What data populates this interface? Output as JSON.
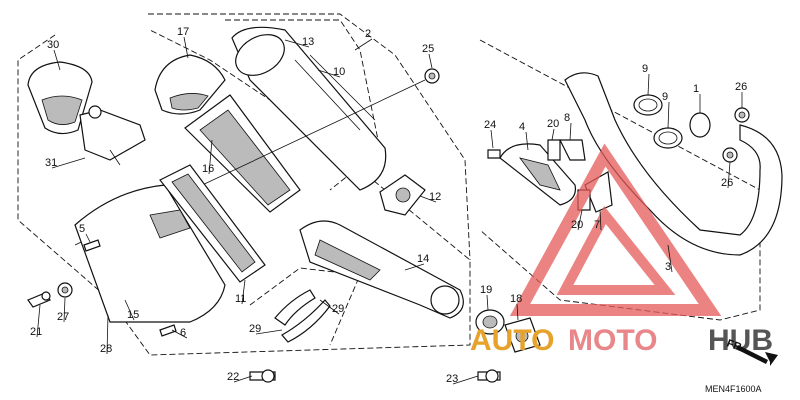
{
  "diagram": {
    "code": "MEN4F1600A",
    "direction_label": "FR.",
    "watermark": {
      "text_a": "AUTO",
      "text_b": "MOTO",
      "text_c": "HUB",
      "color_a": "#e6a22a",
      "color_b": "#e8868a",
      "color_c": "#555555",
      "triangle_color": "#e55a5a"
    },
    "callouts": [
      "30",
      "31",
      "17",
      "13",
      "2",
      "10",
      "25",
      "16",
      "12",
      "14",
      "5",
      "15",
      "11",
      "21",
      "27",
      "28",
      "6",
      "29",
      "29b",
      "22",
      "24",
      "4",
      "20",
      "8",
      "9",
      "9b",
      "1",
      "26",
      "26b",
      "20b",
      "7",
      "3",
      "19",
      "18",
      "23"
    ],
    "labels": {
      "30": "30",
      "31": "31",
      "17": "17",
      "13": "13",
      "2": "2",
      "10": "10",
      "25": "25",
      "16": "16",
      "12": "12",
      "14": "14",
      "5": "5",
      "15": "15",
      "11": "11",
      "21": "21",
      "27": "27",
      "28": "28",
      "6": "6",
      "29": "29",
      "29b": "29",
      "22": "22",
      "24": "24",
      "4": "4",
      "20": "20",
      "8": "8",
      "9": "9",
      "9b": "9",
      "1": "1",
      "26": "26",
      "26b": "26",
      "20b": "20",
      "7": "7",
      "3": "3",
      "19": "19",
      "18": "18",
      "23": "23"
    }
  }
}
